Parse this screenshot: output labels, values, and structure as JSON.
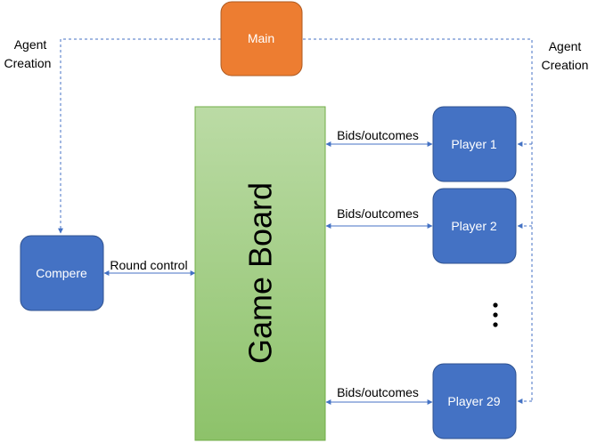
{
  "nodes": {
    "main": "Main",
    "compere": "Compere",
    "game_board": "Game Board",
    "player1": "Player 1",
    "player2": "Player 2",
    "player29": "Player 29"
  },
  "labels": {
    "agent_creation_left_1": "Agent",
    "agent_creation_left_2": "Creation",
    "agent_creation_right_1": "Agent",
    "agent_creation_right_2": "Creation",
    "round_control": "Round control",
    "bids_1": "Bids/outcomes",
    "bids_2": "Bids/outcomes",
    "bids_29": "Bids/outcomes"
  },
  "colors": {
    "main_fill": "#ED7D31",
    "main_stroke": "#AE5A21",
    "player_fill": "#4472C4",
    "player_stroke": "#2F528F",
    "board_fill_top": "#BBDBA5",
    "board_fill_bottom": "#8DC26A",
    "board_stroke": "#71AD47",
    "connector": "#4472C4"
  }
}
